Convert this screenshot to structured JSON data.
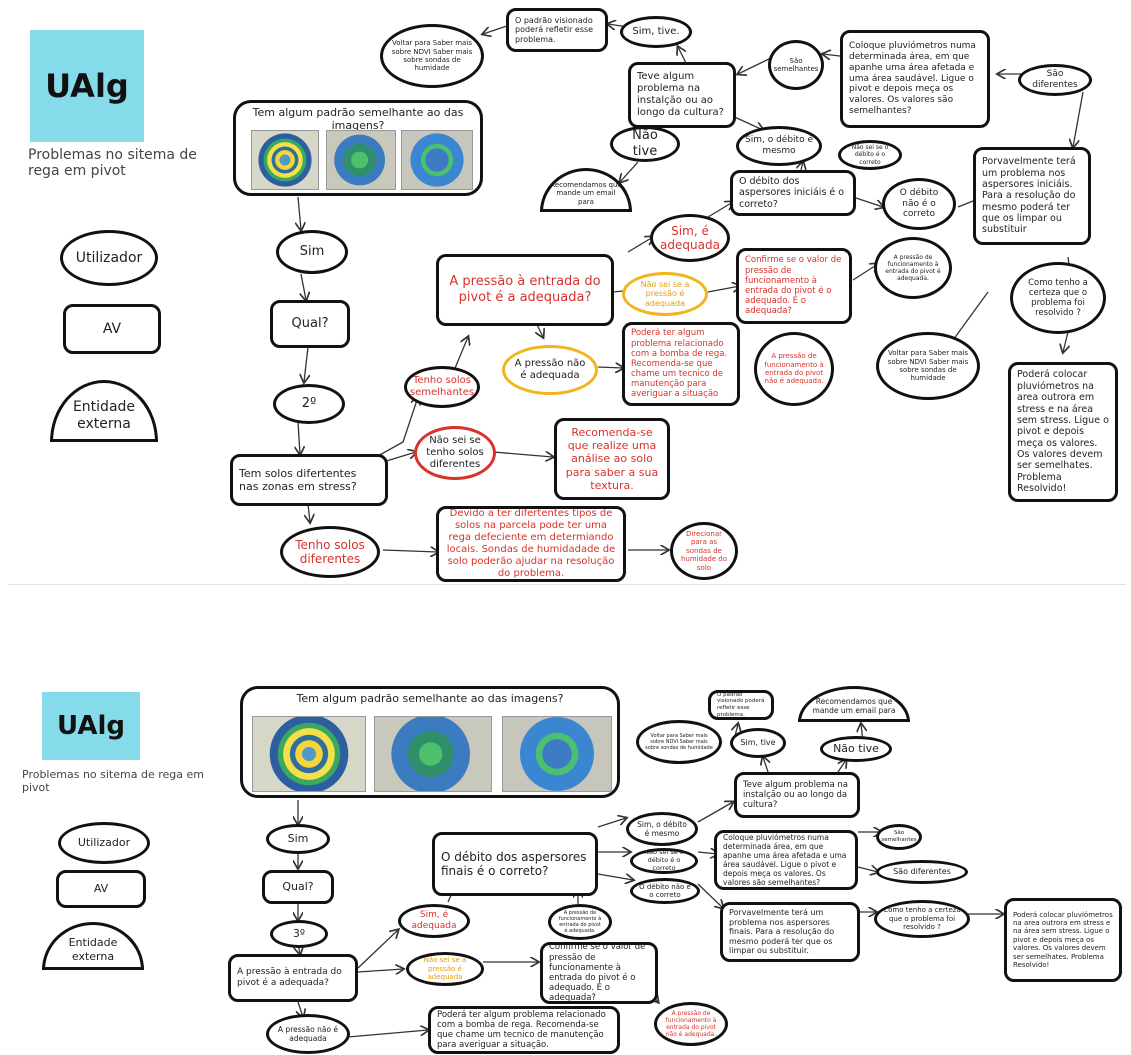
{
  "panels": [
    {
      "logo": "UAlg",
      "title": "Problemas no sitema de rega em pivot",
      "legend": [
        "Utilizador",
        "AV",
        "Entidade externa"
      ],
      "nodes": {
        "pattern_q": "Tem algum padrão semelhante ao das imagens?",
        "sim": "Sim",
        "qual": "Qual?",
        "ordinal": "2º",
        "solos_q": "Tem solos difertentes nas zonas em stress?",
        "tenho_semelhantes": "Tenho solos semelhantes",
        "nao_sei_solos": "Não sei se tenho solos diferentes",
        "recomenda_solo": "Recomenda-se que realize uma análise ao solo para saber a sua textura.",
        "tenho_diferentes": "Tenho solos diferentes",
        "devido_solos": "Devido a ter difertentes tipos de solos na parcela pode ter uma rega defeciente em determiando locais. Sondas de humidadade de solo poderão ajudar na resolução do problema.",
        "direcionar": "Direcionar para as sondas de humidade do solo",
        "pressao_q": "A pressão à entrada do pivot é a adequada?",
        "sim_adequada": "Sim, é adequada",
        "nao_sei_pressao": "Não sei se a pressão é adequada",
        "pressao_nao": "A pressão não é adequada",
        "confirme": "Confirme se o valor de pressão de funcionamento à entrada do pivot é o adequado. É o adequada?",
        "bomba": "Poderá ter algum problema relacionado com a bomba de rega. Recomenda-se que chame um tecnico de manutenção para averiguar a situação",
        "pressao_func_nao": "A pressão de funcionamento à entrada do pivot não é adequada.",
        "pressao_func_ok": "A pressão de funcionamento à entrada do pivot é adequada.",
        "debito_q": "O débito dos aspersores iniciáis é o correto?",
        "sim_debito": "Sim, o débito é mesmo",
        "nao_sei_debito": "Não sei se o débito é o correto",
        "debito_nao": "O débito não é o correto",
        "porvavelmente": "Porvavelmente terá um problema nos aspersores iniciáis. Para a resolução do mesmo poderá ter que os limpar ou substituir",
        "como_tenho": "Como tenho a certeza que o problema foi resolvido ?",
        "podera_colocar": "Poderá colocar pluviómetros na area outrora em stress e na área sem stress. Ligue o pivot e depois meça os valores. Os valores devem ser semelhates. Problema Resolvido!",
        "voltar_br": "Voltar para Saber mais sobre NDVI Saber mais sobre sondas de humidade",
        "coloque": "Coloque pluviómetros numa determinada área, em que apanhe uma área afetada e uma área saudável. Ligue o pivot e depois meça os valores. Os valores são semelhantes?",
        "sao_semelhantes": "São semelhantes",
        "sao_diferentes": "São diferentes",
        "teve_problema": "Teve algum problema na instalção ou ao longo da cultura?",
        "sim_tive": "Sim, tive.",
        "nao_tive": "Não tive",
        "padrao_vis": "O padrão visionado poderá refletir esse problema.",
        "voltar_tl": "Voltar para Saber mais sobre NDVI Saber mais sobre sondas de humidade",
        "recomendamos": "Recomendamos que mande um email para"
      }
    },
    {
      "logo": "UAlg",
      "title": "Problemas no sitema de rega em pivot",
      "legend": [
        "Utilizador",
        "AV",
        "Entidade externa"
      ],
      "nodes": {
        "pattern_q": "Tem algum padrão semelhante ao das imagens?",
        "sim": "Sim",
        "qual": "Qual?",
        "ordinal": "3º",
        "pressao_q": "A pressão à entrada do pivot é a adequada?",
        "sim_adequada": "Sim, é adequada",
        "nao_sei_pressao": "Não sei se a pressão é adequada",
        "pressao_nao": "A pressão não é adequada",
        "confirme": "Confirme se o valor de pressão de funcionamente à entrada do pivot é o adequado. É o adequada?",
        "bomba": "Poderá ter algum problema relacionado com a bomba de rega. Recomenda-se que chame um tecnico de manutenção para averiguar a situação.",
        "pressao_func_nao": "A pressão de funcionamento à entrada do pivot não é adequada.",
        "pressao_func_ok": "A pressão de funcionamento à entrada do pivot é adequada.",
        "debito_q": "O débito dos aspersores finais é o correto?",
        "sim_debito": "Sim, o débito é mesmo",
        "nao_sei_debito": "Não sei se o débito é o correto",
        "debito_nao": "O débito não é o correto",
        "teve_problema": "Teve algum problema na instalção ou ao longo da cultura?",
        "sim_tive": "Sim, tive",
        "nao_tive": "Não tive",
        "padrao_vis": "O padrão visionado poderá refletir esse problema.",
        "voltar": "Voltar para Saber mais sobre NDVI Saber mais sobre sondas de humidade",
        "recomendamos": "Recomendamos que mande um email para",
        "coloque": "Coloque pluviómetros numa determinada área, em que apanhe uma área afetada e uma área saudável. Ligue o pivot e depois meça os valores. Os valores são semelhantes?",
        "sao_semelhantes": "São semelhantes",
        "sao_diferentes": "São diferentes",
        "porvavelmente": "Porvavelmente terá um problema nos aspersores finais. Para a resolução do mesmo poderá ter que os limpar ou substituir.",
        "como_tenho": "Como tenho a certeza que o problema foi resolvido ?",
        "podera_colocar": "Poderá colocar pluviómetros na area outrora em stress e na área sem stress. Ligue o pivot e depois meça os valores. Os valores devem ser semelhates. Problema Resolvido!"
      }
    }
  ]
}
